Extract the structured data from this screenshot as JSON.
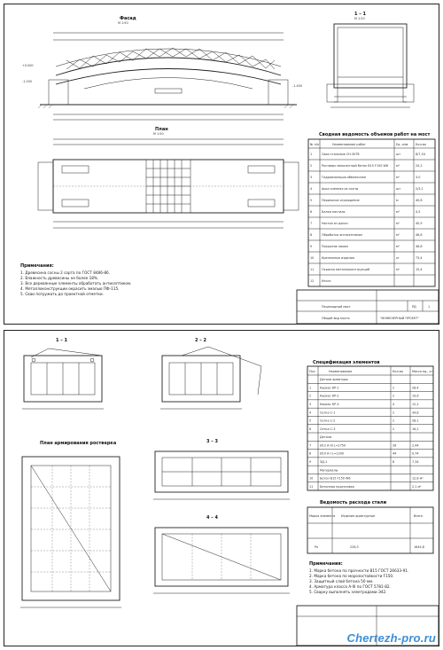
{
  "sheet1": {
    "facade": {
      "title": "Фасад",
      "scale": "М 1:50"
    },
    "plan": {
      "title": "План",
      "scale": "М 1:50"
    },
    "section": {
      "title": "1 – 1",
      "scale": "М 1:20"
    },
    "table_title": "Сводная ведомость объемов работ на мост",
    "table_headers": [
      "№ п/п",
      "Наименование работ",
      "Ед. изм.",
      "Кол-во"
    ],
    "table_rows": [
      [
        "1",
        "Сваи стальные СН-30Т8",
        "шт",
        "8/7,34"
      ],
      [
        "2",
        "Ростверк монолитный бетон В15 F150 W6",
        "м³",
        "20,2"
      ],
      [
        "3",
        "Гидроизоляция обмазочная",
        "м²",
        "3,0"
      ],
      [
        "4",
        "Арка клееная из сосны",
        "шт",
        "2/3,1"
      ],
      [
        "5",
        "Перильное ограждение",
        "м",
        "40,8"
      ],
      [
        "6",
        "Балки настила",
        "м³",
        "4,5"
      ],
      [
        "7",
        "Настил из доски",
        "м²",
        "40,9"
      ],
      [
        "8",
        "Обработка антисептиком",
        "м²",
        "46,8"
      ],
      [
        "9",
        "Покрытие лаком",
        "м²",
        "46,8"
      ],
      [
        "10",
        "Крепежные изделия",
        "кг",
        "73,4"
      ],
      [
        "11",
        "Окраска металлоконструкций",
        "м²",
        "15,4"
      ],
      [
        "12",
        "Итого",
        "",
        ""
      ]
    ],
    "notes_title": "Примечания:",
    "notes": [
      "1. Древесина сосны 2 сорта по ГОСТ 8486-86.",
      "2. Влажность древесины не более 18%.",
      "3. Все деревянные элементы обработать антисептиком.",
      "4. Металлоконструкции окрасить эмалью ПФ-115.",
      "5. Сваи погружать до проектной отметки."
    ],
    "stamp": {
      "object": "Пешеходный мост",
      "stage": "РД",
      "sheet": "1",
      "drawing": "Общий вид моста",
      "org": "\"ИНЖЕНЕРНЫЙ ПРОЕКТ\""
    }
  },
  "sheet2": {
    "views": [
      "1 – 1",
      "2 – 2",
      "3 – 3",
      "4 – 4"
    ],
    "plan_title": "План армирования ростверка",
    "spec_title": "Спецификация элементов",
    "spec_headers": [
      "Поз.",
      "Наименование",
      "Кол-во",
      "Масса ед., кг"
    ],
    "spec_rows": [
      [
        "",
        "Детали арматуры",
        "",
        ""
      ],
      [
        "1",
        "Каркас КР-1",
        "2",
        "28,4"
      ],
      [
        "2",
        "Каркас КР-2",
        "2",
        "19,6"
      ],
      [
        "3",
        "Каркас КР-3",
        "4",
        "12,2"
      ],
      [
        "4",
        "Сетка С-1",
        "2",
        "34,8"
      ],
      [
        "5",
        "Сетка С-2",
        "2",
        "28,1"
      ],
      [
        "6",
        "Сетка С-3",
        "2",
        "16,2"
      ],
      [
        "",
        "Детали",
        "",
        ""
      ],
      [
        "7",
        "Ø12 А-III L=2750",
        "26",
        "2,44"
      ],
      [
        "8",
        "Ø10 А-I L=1200",
        "44",
        "0,74"
      ],
      [
        "9",
        "ЗД-1",
        "8",
        "7,34"
      ],
      [
        "",
        "Материалы",
        "",
        ""
      ],
      [
        "10",
        "Бетон В15 F150 W6",
        "",
        "12,6 м³"
      ],
      [
        "11",
        "Бетонная подготовка",
        "",
        "2,1 м³"
      ]
    ],
    "steel_title": "Ведомость расхода стали",
    "steel_headers": [
      "Марка элемента",
      "Изделия арматурные",
      "Всего"
    ],
    "steel_rows": [
      [
        "Ро",
        "228,3",
        "1644,8"
      ]
    ],
    "notes_title": "Примечания:",
    "notes": [
      "1. Марка бетона по прочности В15 ГОСТ 26633-91.",
      "2. Марка бетона по морозостойкости F150.",
      "3. Защитный слой бетона 50 мм.",
      "4. Арматура класса А-III по ГОСТ 5781-82.",
      "5. Сварку выполнять электродами Э42."
    ]
  },
  "watermark": "Chertezh-pro.ru"
}
